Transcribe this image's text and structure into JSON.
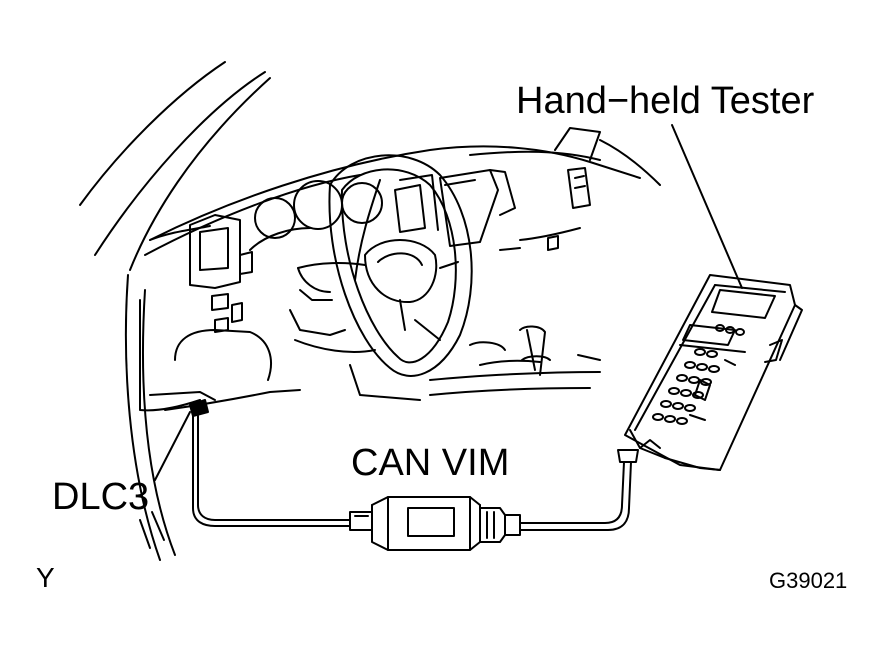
{
  "labels": {
    "hand_held_tester": "Hand−held Tester",
    "dlc3": "DLC3",
    "can_vim": "CAN VIM",
    "corner_mark": "Y",
    "figure_code": "G39021"
  },
  "colors": {
    "line": "#000000",
    "background": "#ffffff"
  }
}
